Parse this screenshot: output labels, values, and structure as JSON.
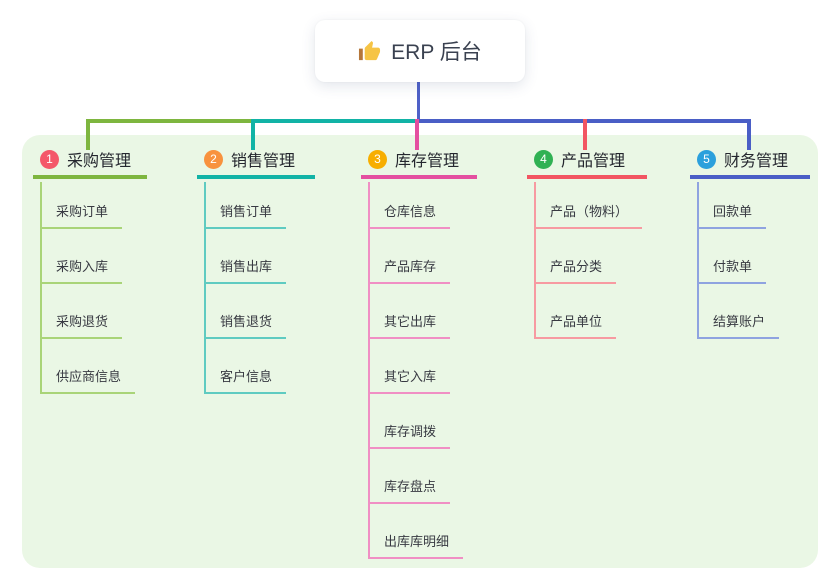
{
  "root": {
    "icon": "thumbs-up",
    "label": "ERP 后台"
  },
  "branches": [
    {
      "num": "1",
      "label": "采购管理",
      "line_color": "#7eb63f",
      "badge_color": "#f4586a",
      "children": [
        "采购订单",
        "采购入库",
        "采购退货",
        "供应商信息"
      ]
    },
    {
      "num": "2",
      "label": "销售管理",
      "line_color": "#12b3a6",
      "badge_color": "#f8923e",
      "children": [
        "销售订单",
        "销售出库",
        "销售退货",
        "客户信息"
      ]
    },
    {
      "num": "3",
      "label": "库存管理",
      "line_color": "#e44fa0",
      "badge_color": "#f7ae00",
      "children": [
        "仓库信息",
        "产品库存",
        "其它出库",
        "其它入库",
        "库存调拨",
        "库存盘点",
        "出库库明细"
      ]
    },
    {
      "num": "4",
      "label": "产品管理",
      "line_color": "#f25562",
      "badge_color": "#30b153",
      "children": [
        "产品（物料）",
        "产品分类",
        "产品单位"
      ]
    },
    {
      "num": "5",
      "label": "财务管理",
      "line_color": "#4a5ec6",
      "badge_color": "#2ba0dc",
      "children": [
        "回款单",
        "付款单",
        "结算账户"
      ]
    }
  ],
  "colors": {
    "canvas_bg": "#ffffff",
    "panel_bg": "#eaf7e5",
    "root_stem": "#4f61c8",
    "root_text": "#3a4150",
    "header_text": "#24262e",
    "child_text": "#383a42",
    "thumb_yellow": "#f6c445",
    "thumb_sleeve": "#b5763a"
  }
}
